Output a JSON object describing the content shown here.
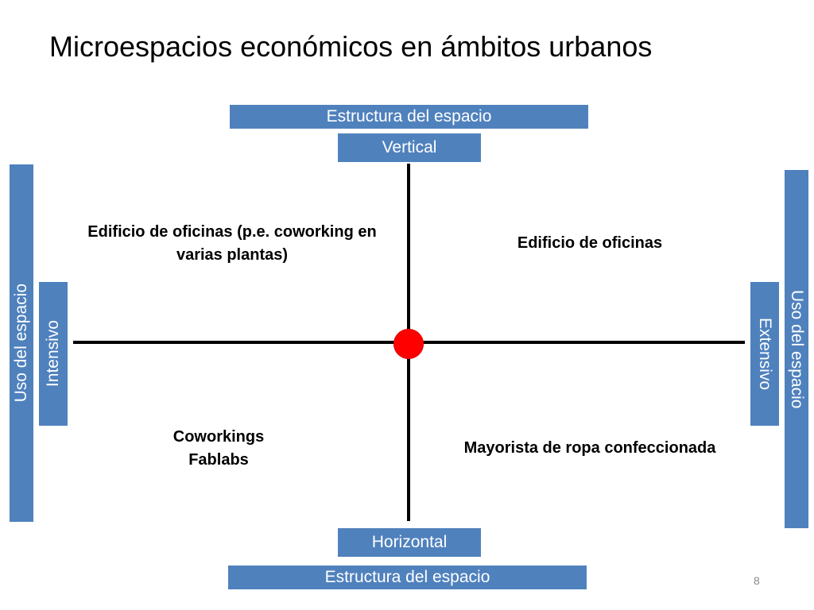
{
  "slide": {
    "title": "Microespacios económicos en ámbitos urbanos",
    "page_number": "8"
  },
  "axes": {
    "top_label": "Estructura del espacio",
    "top_value": "Vertical",
    "bottom_value": "Horizontal",
    "bottom_label": "Estructura del espacio",
    "left_label": "Uso del espacio",
    "left_value": "Intensivo",
    "right_value": "Extensivo",
    "right_label": "Uso del espacio"
  },
  "quadrants": {
    "top_left": "Edificio de oficinas (p.e. coworking en varias plantas)",
    "top_right": "Edificio de oficinas",
    "bottom_left_line1": "Coworkings",
    "bottom_left_line2": "Fablabs",
    "bottom_right": "Mayorista de ropa confeccionada"
  },
  "colors": {
    "label_box": "#4f81bd",
    "origin_point": "#ff0000",
    "axis_line": "#000000"
  }
}
